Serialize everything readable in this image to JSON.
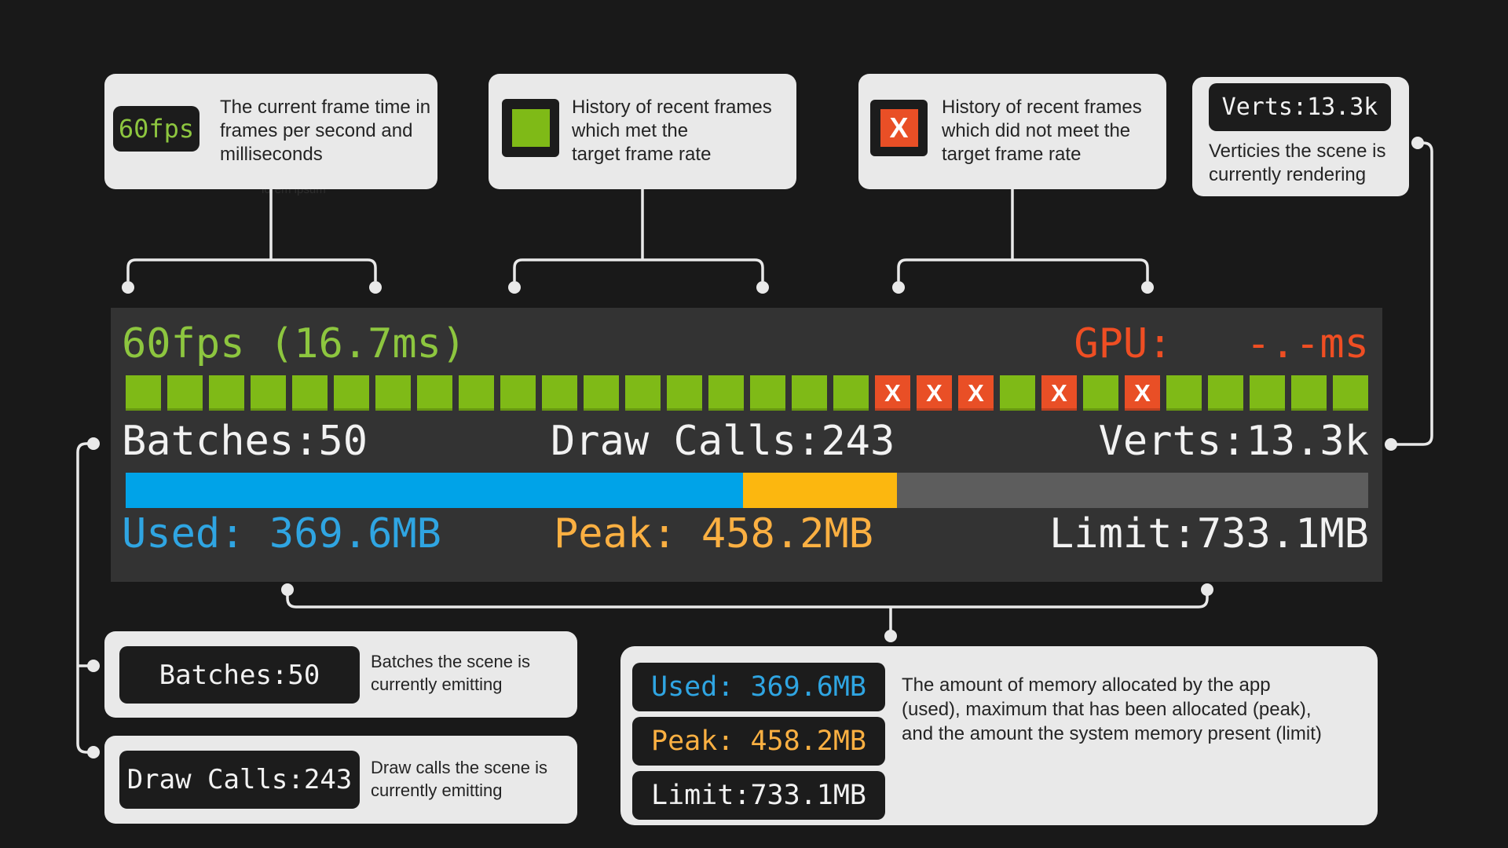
{
  "colors": {
    "bg": "#191919",
    "panel": "#333333",
    "card": "#e9e9e9",
    "chip": "#1c1c1c",
    "green": "#7fba17",
    "green_text": "#8dc63f",
    "orange": "#e94f26",
    "orange_text": "#ef4e23",
    "blue": "#00a3e8",
    "blue_text": "#2fa5e2",
    "yellow": "#fcb70f",
    "yellow_text": "#fbb042",
    "gray_bar": "#5d5d5d",
    "hud_text": "#f2f2f2",
    "desc_text": "#242424",
    "connector": "#e9e9e9"
  },
  "callouts": {
    "fps": {
      "chip": "60fps",
      "desc": "The current frame time in\nframes per second and\nmilliseconds"
    },
    "frames_ok": {
      "icon": "green-square",
      "desc": "History of recent frames\nwhich met the\ntarget frame rate"
    },
    "frames_miss": {
      "icon": "X",
      "desc": "History of recent frames\nwhich did not meet the\ntarget frame rate"
    },
    "verts": {
      "chip": "Verts:13.3k",
      "desc": "Verticies the scene is\ncurrently rendering"
    },
    "batches": {
      "chip": "Batches:50",
      "desc": "Batches the scene is\ncurrently emitting"
    },
    "draw_calls": {
      "chip": "Draw Calls:243",
      "desc": "Draw calls the scene is\ncurrently emitting"
    },
    "memory": {
      "used_chip": "Used: 369.6MB",
      "peak_chip": "Peak: 458.2MB",
      "limit_chip": "Limit:733.1MB",
      "desc": "The amount of memory allocated by the app\n(used), maximum that has been allocated (peak),\nand the amount the system memory present (limit)"
    }
  },
  "hud": {
    "fps_label": "60fps (16.7ms)",
    "gpu_label": "GPU:   -.-ms",
    "miss_glyph": "X",
    "frame_history": [
      "ok",
      "ok",
      "ok",
      "ok",
      "ok",
      "ok",
      "ok",
      "ok",
      "ok",
      "ok",
      "ok",
      "ok",
      "ok",
      "ok",
      "ok",
      "ok",
      "ok",
      "ok",
      "miss",
      "miss",
      "miss",
      "ok",
      "miss",
      "ok",
      "miss",
      "ok",
      "ok",
      "ok",
      "ok",
      "ok"
    ],
    "batches": "Batches:50",
    "draw_calls": "Draw Calls:243",
    "verts": "Verts:13.3k",
    "memory": {
      "used_label": "Used: 369.6MB",
      "peak_label": "Peak: 458.2MB",
      "limit_label": "Limit:733.1MB",
      "used_pct": 49.7,
      "peak_pct": 62.1
    }
  },
  "watermark": "lorem ipsum"
}
